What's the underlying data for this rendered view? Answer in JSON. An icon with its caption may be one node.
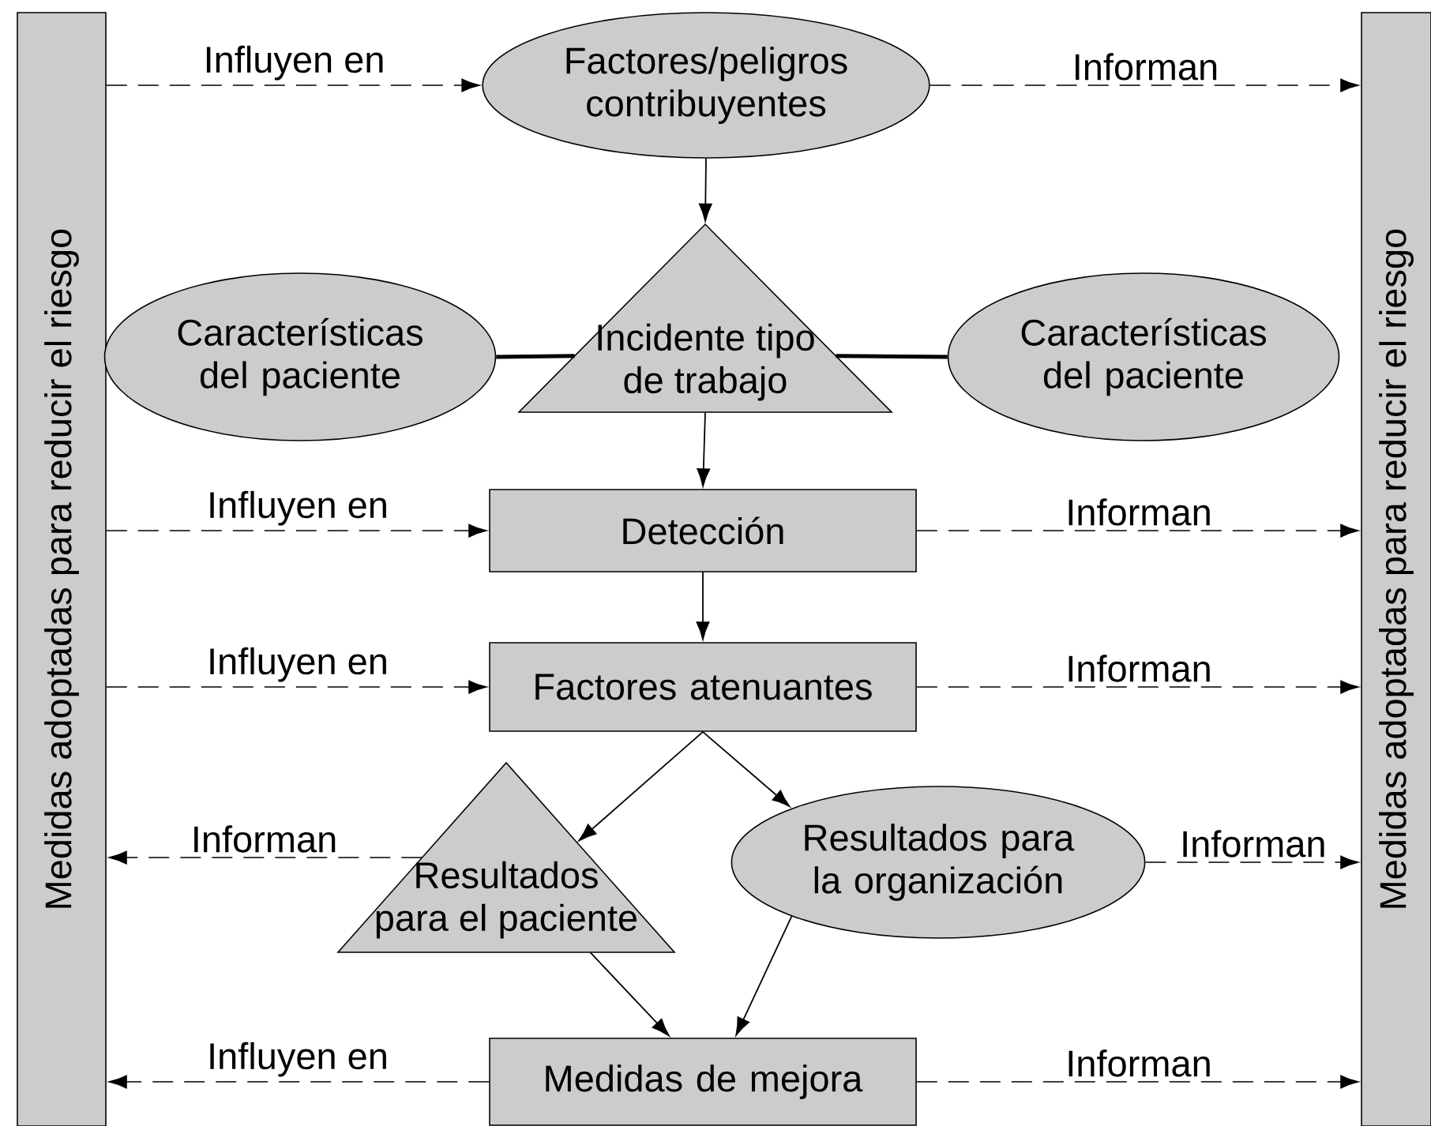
{
  "diagram": {
    "nodes": [
      {
        "text": [
          "Medidas adoptadas para reducir el riesgo"
        ]
      },
      {
        "text": [
          "Factores/peligros contribuyentes"
        ]
      },
      {
        "text": [
          "Medidas adoptadas para reducir el riesgo"
        ]
      },
      {
        "text": [
          "Características del paciente"
        ]
      },
      {
        "text": [
          "Incidente tipo de trabajo"
        ]
      },
      {
        "text": [
          "Características del paciente"
        ]
      },
      {
        "text": [
          "Detección"
        ]
      },
      {
        "text": [
          "Factores atenuantes"
        ]
      },
      {
        "text": [
          "Resultados para el paciente"
        ]
      },
      {
        "text": [
          "Resultados para la organización"
        ]
      },
      {
        "text": [
          "Medidas de mejora"
        ]
      }
    ],
    "edges": [
      {
        "from": 0,
        "to": 1,
        "arrow": "to",
        "style": "dashed",
        "label": "Influyen en"
      },
      {
        "from": 1,
        "to": 2,
        "arrow": "to",
        "style": "dashed",
        "label": "Informan"
      },
      {
        "from": 1,
        "to": 4,
        "arrow": "to"
      },
      {
        "from": 3,
        "to": 4,
        "arrow": "none",
        "style": "thick"
      },
      {
        "from": 5,
        "to": 4,
        "arrow": "none",
        "style": "thick"
      },
      {
        "from": 4,
        "to": 6,
        "arrow": "to"
      },
      {
        "from": 0,
        "to": 6,
        "arrow": "to",
        "style": "dashed",
        "label": "Influyen en"
      },
      {
        "from": 6,
        "to": 2,
        "arrow": "to",
        "style": "dashed",
        "label": "Informan"
      },
      {
        "from": 6,
        "to": 7,
        "arrow": "to"
      },
      {
        "from": 0,
        "to": 7,
        "arrow": "to",
        "style": "dashed",
        "label": "Influyen en"
      },
      {
        "from": 7,
        "to": 2,
        "arrow": "to",
        "style": "dashed",
        "label": "Informan"
      },
      {
        "from": 7,
        "to": 8,
        "arrow": "to"
      },
      {
        "from": 7,
        "to": 9,
        "arrow": "to"
      },
      {
        "from": 8,
        "to": 0,
        "arrow": "to",
        "style": "dashed",
        "label": "Informan"
      },
      {
        "from": 9,
        "to": 2,
        "arrow": "to",
        "style": "dashed",
        "label": "Informan"
      },
      {
        "from": 8,
        "to": 10,
        "arrow": "to"
      },
      {
        "from": 9,
        "to": 10,
        "arrow": "to"
      },
      {
        "from": 10,
        "to": 0,
        "arrow": "to",
        "style": "dashed",
        "label": "Influyen en"
      },
      {
        "from": 10,
        "to": 2,
        "arrow": "to",
        "style": "dashed",
        "label": "Informan"
      }
    ]
  }
}
